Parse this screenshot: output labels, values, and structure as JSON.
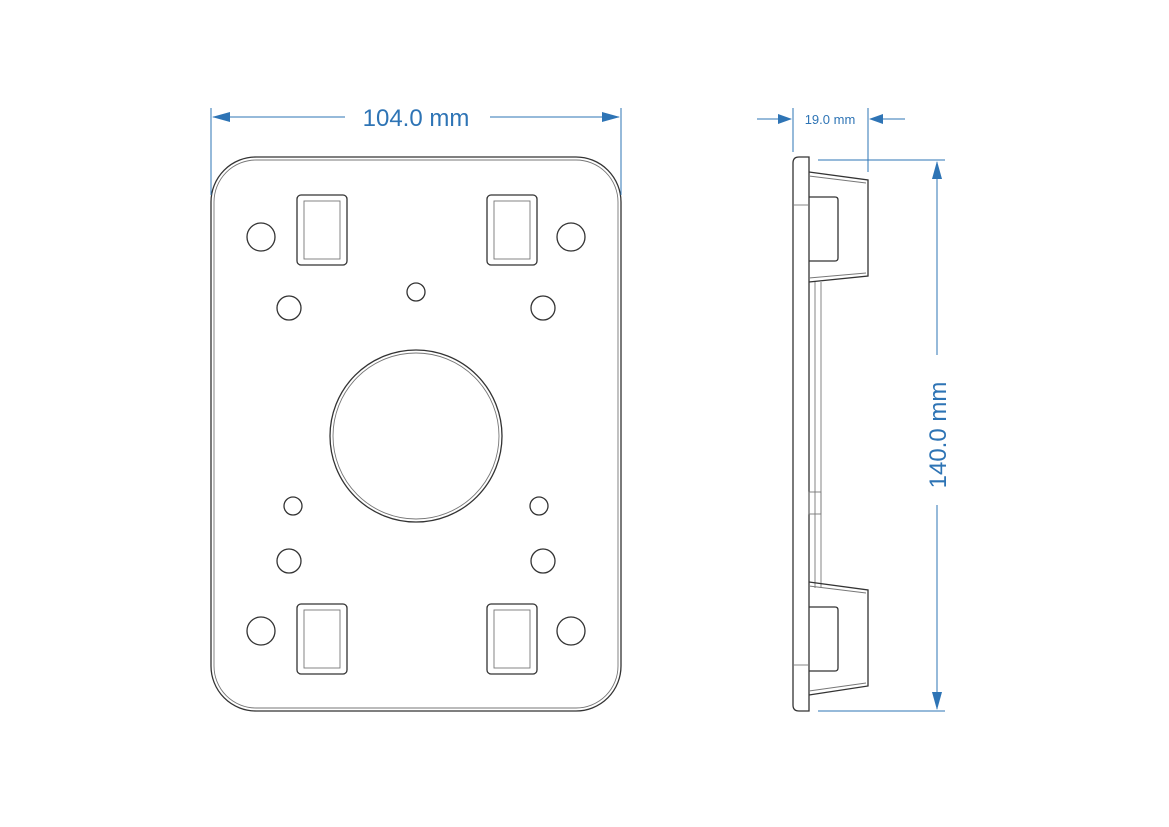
{
  "dimensions": {
    "width_label": "104.0 mm",
    "depth_label": "19.0 mm",
    "height_label": "140.0 mm"
  },
  "colors": {
    "dimension": "#2e74b5",
    "outline": "#333333"
  }
}
